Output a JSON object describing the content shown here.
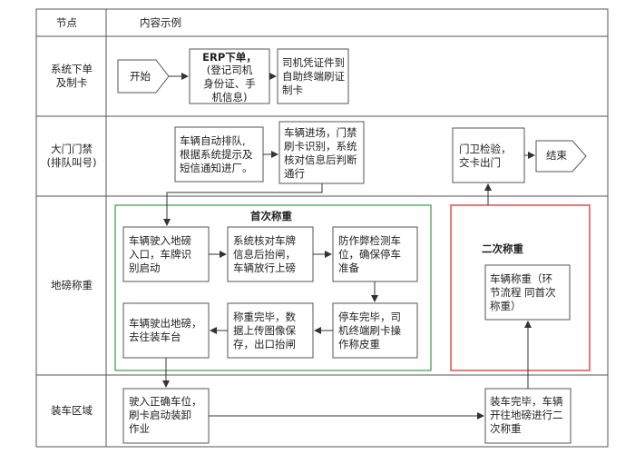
{
  "header": {
    "col1": "节点",
    "col2": "内容示例"
  },
  "rows": {
    "order": "系统下单\n及制卡",
    "gate": "大门门禁\n(排队叫号)",
    "scale": "地磅称重",
    "loading": "装车区域"
  },
  "groups": {
    "first_weigh": "首次称重",
    "second_weigh": "二次称重"
  },
  "nodes": {
    "start": "开始",
    "erp_title": "ERP下单，",
    "erp_body": "(登记司机\n身份证、手\n机信息)",
    "card": "司机凭证件到\n自助终端刷证\n制卡",
    "queue": "车辆自动排队,\n根据系统提示及\n短信通知进厂。",
    "enter": "车辆进场，门禁\n刷卡识别，系统\n核对信息后判断\n通行",
    "guard": "门卫检验，\n交卡出门",
    "end": "结束",
    "drive_on": "车辆驶入地磅\n入口，车牌识\n别启动",
    "verify": "系统核对车牌\n信息后抬闸，\n车辆放行上磅",
    "anti_cheat": "防作弊检测车\n位，确保停车\n准备",
    "drive_off": "车辆驶出地磅，\n去往装车台",
    "weigh_done": "称重完毕，数\n据上传图像保\n存，出口抬闸",
    "park_done": "停车完毕，司\n机终端刷卡操\n作称皮重",
    "second": "车辆称重（环\n节流程 同首次\n称重）",
    "load_in": "驶入正确车位，\n刷卡启动装卸\n作业",
    "load_done": "装车完毕，车辆\n开往地磅进行二\n次称重"
  }
}
